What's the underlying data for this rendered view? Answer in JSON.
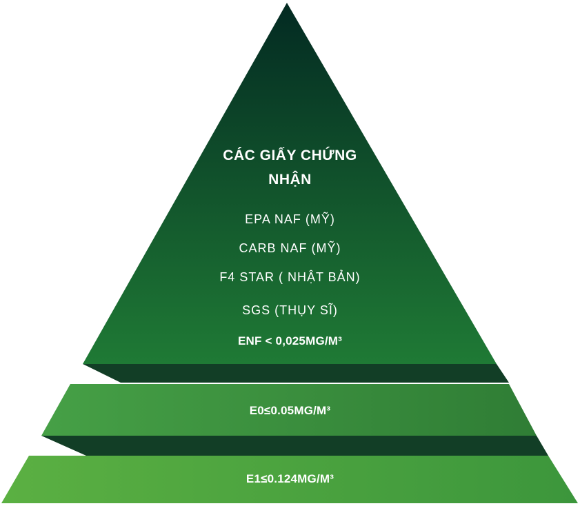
{
  "colors": {
    "top_dark": "#032a22",
    "top_light": "#1f7a35",
    "middle_light": "#46a046",
    "middle_dark": "#2f7d35",
    "bottom_light": "#5bb042",
    "bottom_dark": "#3c963c",
    "ledge": "#123e26",
    "text": "#ffffff"
  },
  "top_tier": {
    "heading_line1": "CÁC GIẤY CHỨNG",
    "heading_line2": "NHẬN",
    "items": [
      "EPA NAF (MỸ)",
      "CARB NAF (MỸ)",
      "F4 STAR ( NHẬT BẢN)",
      "SGS (THỤY SĨ)"
    ],
    "emission_label": "ENF < 0,025MG/M³"
  },
  "middle_tier": {
    "label": "E0≤0.05MG/M³"
  },
  "bottom_tier": {
    "label": "E1≤0.124MG/M³"
  }
}
